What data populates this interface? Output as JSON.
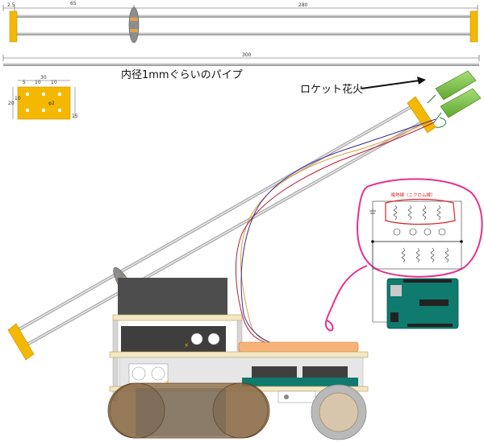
{
  "labels": {
    "pipe_note": "内径1mmぐらいのパイプ",
    "rocket_note": "ロケット花火",
    "heater_note": "電熱線（ニクロム線）"
  },
  "dimensions": {
    "top_left_offset": "2.5",
    "top_segment": "65",
    "top_span": "280",
    "pipe_length": "300",
    "plate_width": "30",
    "plate_sub_a": "5",
    "plate_sub_b": "10",
    "plate_sub_c": "10",
    "plate_height": "20",
    "plate_inner": "10",
    "plate_hole": "φ2",
    "plate_thickness": "15"
  },
  "colors": {
    "bracket_yellow": "#f5b800",
    "rail_gray": "#c9c9c9",
    "rocket_green": "#7cc245",
    "arduino_teal": "#0f7a6e",
    "wheel_brown": "#8a6a46",
    "wheel_gray": "#b9b9b9",
    "body_beige": "#f3e7c4",
    "annotation_pink": "#e6318b",
    "nichrome_red": "#d7262a"
  }
}
